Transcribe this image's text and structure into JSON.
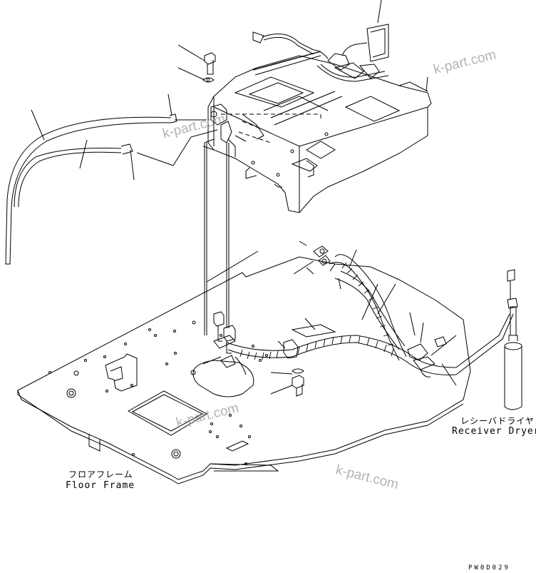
{
  "labels": {
    "floor_frame_jp": "フロアフレーム",
    "floor_frame_en": "Floor Frame",
    "receiver_dryer_jp": "レシーバドライヤ",
    "receiver_dryer_en": "Receiver Dryer",
    "drawing_code": "PW0D029"
  },
  "watermarks": [
    "k-part.com",
    "k-part.com",
    "k-part.com",
    "k-part.com"
  ],
  "colors": {
    "line": "#000000",
    "watermark": "#9a9a9a",
    "background": "#ffffff"
  }
}
